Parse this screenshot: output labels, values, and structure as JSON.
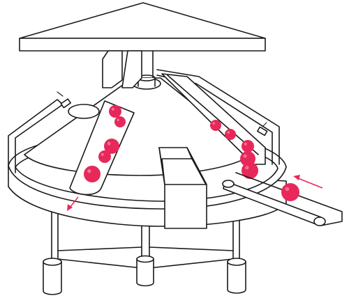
{
  "colors": {
    "line": "#1a1a1a",
    "background": "#ffffff",
    "ball": "#e8285a",
    "ball_highlight": "#f7a8bd",
    "arrow": "#e8285a"
  },
  "components": [
    "roof-cap",
    "central-shaft",
    "cone-hopper",
    "circular-base-tray",
    "outlet-chute",
    "inlet-chute",
    "feed-conveyor",
    "discharge-chute",
    "support-legs",
    "leg-feet"
  ],
  "conveyor_ball_count": 1,
  "inlet_chute_ball_count": 5,
  "outlet_chute_ball_count": 5
}
